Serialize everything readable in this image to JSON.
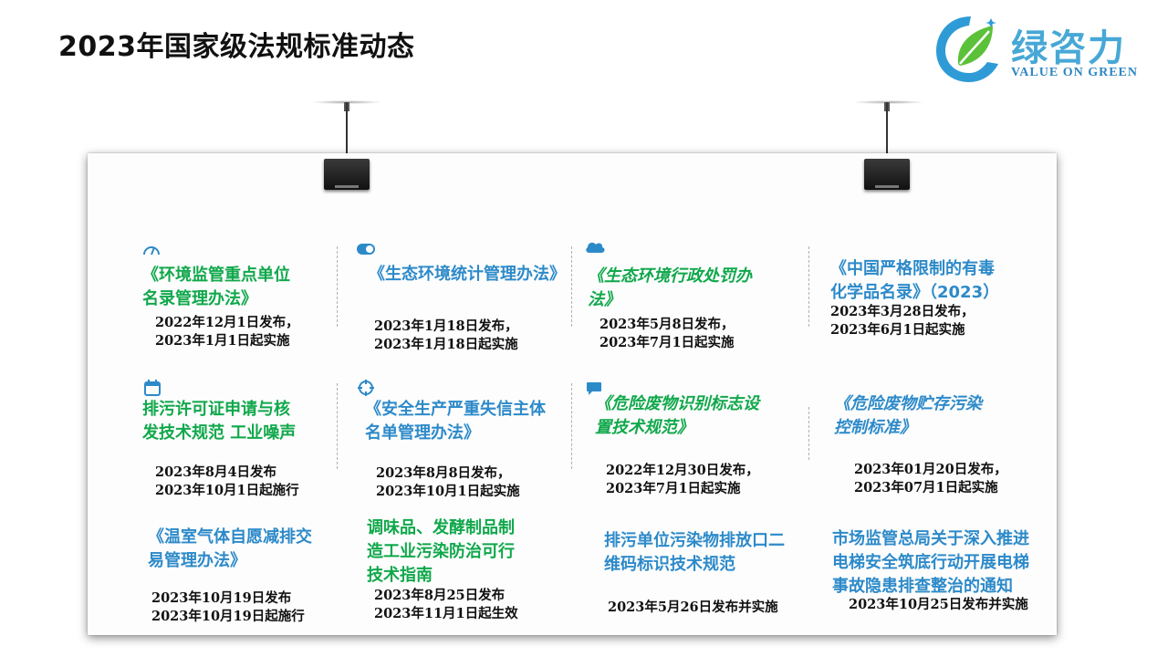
{
  "header": {
    "title": "2023年国家级法规标准动态"
  },
  "logo": {
    "text": "绿咨力",
    "subtitle": "VALUE ON GREEN"
  },
  "colors": {
    "green": "#10a84b",
    "blue": "#2d8ac9",
    "logo_blue": "#47a8d6"
  },
  "items": [
    {
      "icon": "speedometer-icon",
      "name": "《环境监管重点单位\n名录管理办法》",
      "date": "2022年12月1日发布，\n2023年1月1日起实施"
    },
    {
      "icon": "toggle-icon",
      "name": "《生态环境统计管理办法》",
      "date": "2023年1月18日发布，\n2023年1月18日起实施"
    },
    {
      "icon": "cloud-icon",
      "name": "《生态环境行政处罚办\n法》",
      "date": "2023年5月8日发布，\n2023年7月1日起实施"
    },
    {
      "icon": "",
      "name": "《中国严格限制的有毒\n化学品名录》（2023）",
      "date": "2023年3月28日发布，\n2023年6月1日起实施"
    },
    {
      "icon": "calendar-icon",
      "name": "排污许可证申请与核\n发技术规范  工业噪声",
      "date": "2023年8月4日发布\n2023年10月1日起施行"
    },
    {
      "icon": "target-icon",
      "name": "《安全生产严重失信主体\n名单管理办法》",
      "date": "2023年8月8日发布，\n2023年10月1日起实施"
    },
    {
      "icon": "chat-bubble-icon",
      "name": "《危险废物识别标志设\n置技术规范》",
      "date": "2022年12月30日发布，\n2023年7月1日起实施"
    },
    {
      "icon": "",
      "name": "《危险废物贮存污染\n控制标准》",
      "date": "2023年01月20日发布，\n2023年07月1日起实施"
    },
    {
      "icon": "",
      "name": "《温室气体自愿减排交\n易管理办法》",
      "date": "2023年10月19日发布\n2023年10月19日起施行"
    },
    {
      "icon": "",
      "name": "调味品、发酵制品制\n造工业污染防治可行\n技术指南",
      "date": "2023年8月25日发布\n2023年11月1日起生效"
    },
    {
      "icon": "",
      "name": "排污单位污染物排放口二\n维码标识技术规范",
      "date": "2023年5月26日发布并实施"
    },
    {
      "icon": "",
      "name": "市场监管总局关于深入推进\n电梯安全筑底行动开展电梯\n事故隐患排查整治的通知",
      "date": "2023年10月25日发布并实施"
    }
  ]
}
